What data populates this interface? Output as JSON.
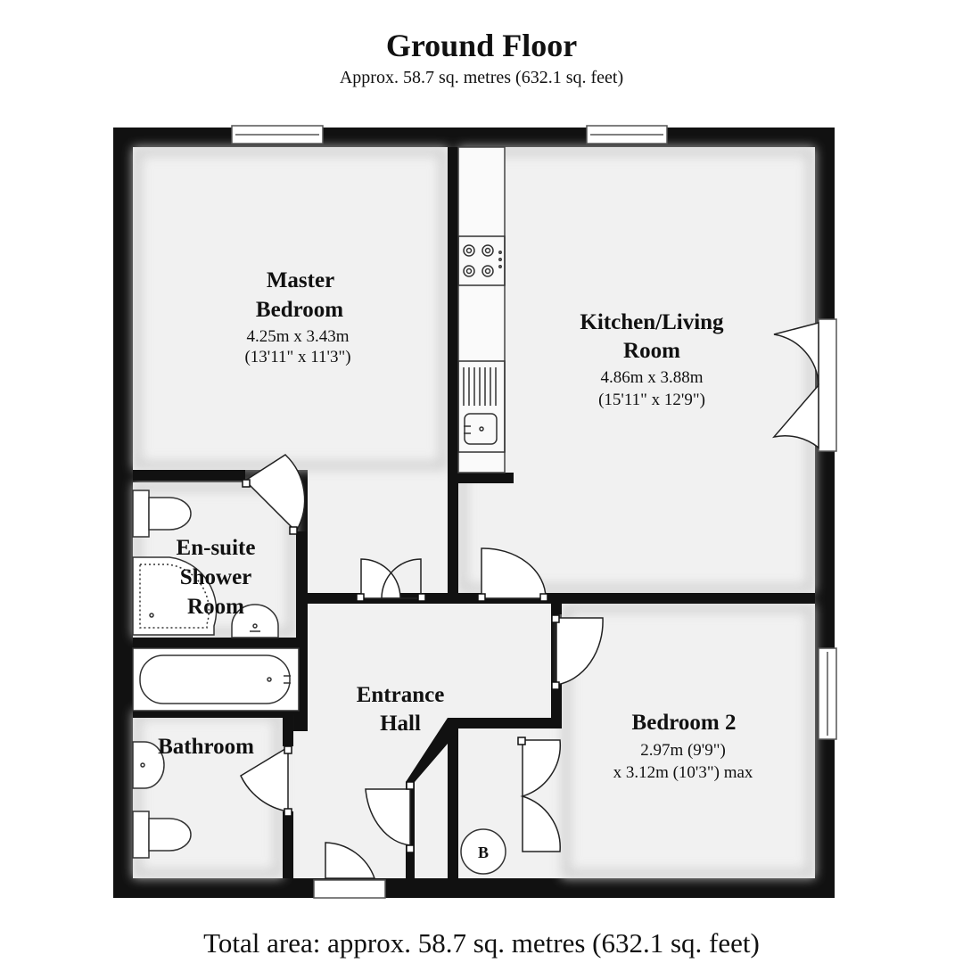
{
  "header": {
    "title": "Ground Floor",
    "subtitle": "Approx. 58.7 sq. metres (632.1 sq. feet)"
  },
  "rooms": {
    "master_bedroom": {
      "name_line1": "Master",
      "name_line2": "Bedroom",
      "dim_metric": "4.25m x 3.43m",
      "dim_imperial": "(13'11\" x 11'3\")"
    },
    "kitchen_living": {
      "name_line1": "Kitchen/Living",
      "name_line2": "Room",
      "dim_metric": "4.86m x 3.88m",
      "dim_imperial": "(15'11\" x 12'9\")"
    },
    "ensuite": {
      "name_line1": "En-suite",
      "name_line2": "Shower",
      "name_line3": "Room"
    },
    "bathroom": {
      "name": "Bathroom"
    },
    "entrance_hall": {
      "name_line1": "Entrance",
      "name_line2": "Hall"
    },
    "bedroom2": {
      "name": "Bedroom 2",
      "dim_line1": "2.97m (9'9\")",
      "dim_line2": "x 3.12m (10'3\") max"
    }
  },
  "boiler_label": "B",
  "footer": {
    "total_area": "Total area: approx. 58.7 sq. metres (632.1 sq. feet)"
  },
  "colors": {
    "wall": "#111111",
    "floor": "#f1f1f1",
    "watermark": "#d9cfe2"
  },
  "icons": [
    "hob-icon",
    "sink-icon",
    "bathtub-icon",
    "toilet-icon",
    "shower-tray-icon",
    "basin-icon",
    "boiler-icon",
    "door-swing-icon",
    "window-icon"
  ]
}
